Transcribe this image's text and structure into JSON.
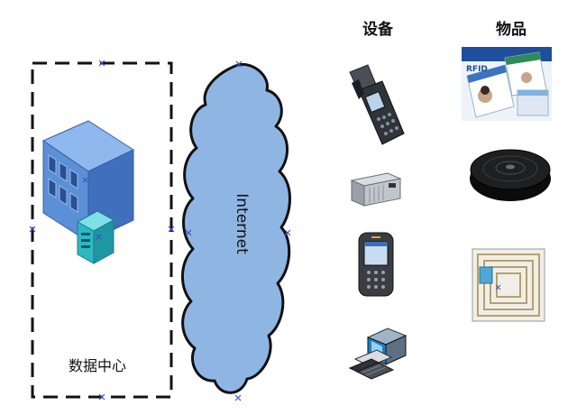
{
  "labels": {
    "devices_header": "设备",
    "items_header": "物品",
    "datacenter": "数据中心",
    "internet": "Internet"
  },
  "icons": [
    "datacenter-building-icon",
    "server-icon",
    "cloud-icon",
    "handheld-scanner-icon",
    "fixed-reader-icon",
    "pda-icon",
    "computer-icon",
    "rfid-card-icon",
    "disc-tag-icon",
    "label-tag-icon"
  ],
  "colors": {
    "cloud_fill": "#8fb6e3",
    "building_front": "#5b8fd6",
    "building_side": "#4270b8",
    "building_top": "#8fb8ee",
    "server": "#2fb7c4"
  }
}
